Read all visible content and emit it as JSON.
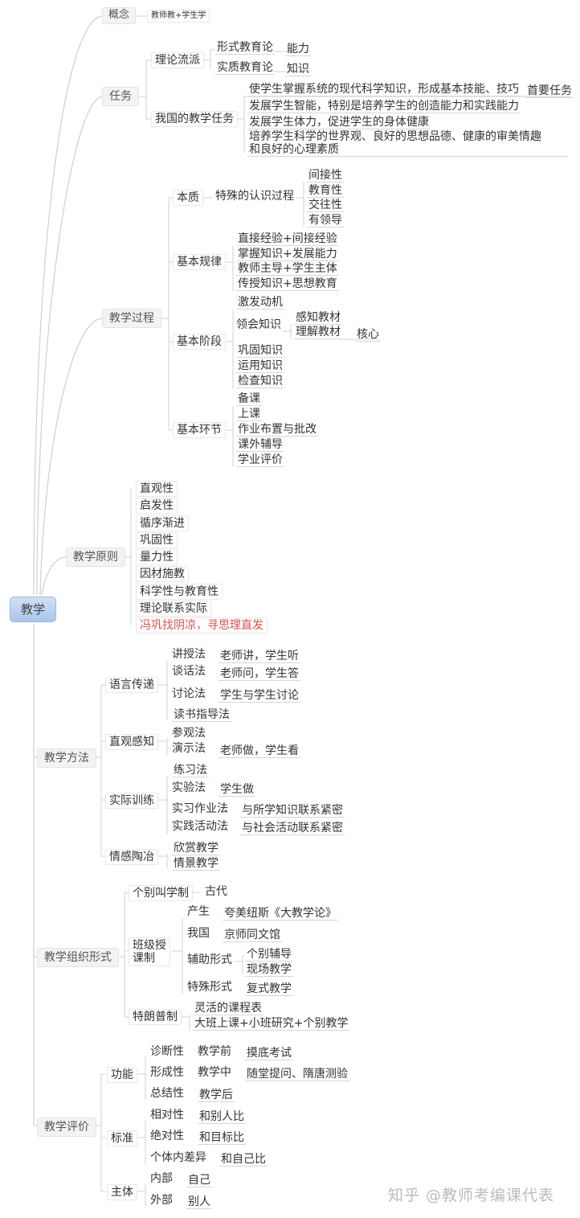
{
  "root": {
    "label": "教学"
  },
  "concept": {
    "label": "概念",
    "value": "教师教+学生学"
  },
  "task": {
    "label": "任务",
    "theory": {
      "label": "理论流派",
      "items": [
        {
          "label": "形式教育论",
          "value": "能力"
        },
        {
          "label": "实质教育论",
          "value": "知识"
        }
      ]
    },
    "china": {
      "label": "我国的教学任务",
      "items": [
        {
          "label": "使学生掌握系统的现代科学知识，形成基本技能、技巧",
          "note": "首要任务"
        },
        {
          "label": "发展学生智能，特别是培养学生的创造能力和实践能力"
        },
        {
          "label": "发展学生体力，促进学生的身体健康"
        },
        {
          "label": "培养学生科学的世界观、良好的思想品德、健康的审美情趣",
          "label2": "和良好的心理素质"
        }
      ]
    }
  },
  "process": {
    "label": "教学过程",
    "essence": {
      "label": "本质",
      "value": "特殊的认识过程",
      "traits": [
        "间接性",
        "教育性",
        "交往性",
        "有领导"
      ]
    },
    "laws": {
      "label": "基本规律",
      "items": [
        "直接经验+间接经验",
        "掌握知识+发展能力",
        "教师主导+学生主体",
        "传授知识+思想教育"
      ]
    },
    "stages": {
      "label": "基本阶段",
      "items": [
        "激发动机",
        "领会知识",
        "巩固知识",
        "运用知识",
        "检查知识"
      ],
      "comprehend": [
        "感知教材",
        "理解教材"
      ],
      "core": "核心"
    },
    "links": {
      "label": "基本环节",
      "items": [
        "备课",
        "上课",
        "作业布置与批改",
        "课外辅导",
        "学业评价"
      ]
    }
  },
  "principles": {
    "label": "教学原则",
    "items": [
      "直观性",
      "启发性",
      "循序渐进",
      "巩固性",
      "量力性",
      "因材施教",
      "科学性与教育性",
      "理论联系实际"
    ],
    "mnemonic": "冯巩找阴凉，寻思理直发",
    "mnemonic_color": "#d9534f"
  },
  "methods": {
    "label": "教学方法",
    "language": {
      "label": "语言传递",
      "items": [
        {
          "label": "讲授法",
          "value": "老师讲，学生听"
        },
        {
          "label": "谈话法",
          "value": "老师问，学生答"
        },
        {
          "label": "讨论法",
          "value": "学生与学生讨论"
        },
        {
          "label": "读书指导法"
        }
      ]
    },
    "visual": {
      "label": "直观感知",
      "items": [
        {
          "label": "参观法"
        },
        {
          "label": "演示法",
          "value": "老师做，学生看"
        }
      ]
    },
    "practice": {
      "label": "实际训练",
      "items": [
        {
          "label": "练习法"
        },
        {
          "label": "实验法",
          "value": "学生做"
        },
        {
          "label": "实习作业法",
          "value": "与所学知识联系紧密"
        },
        {
          "label": "实践活动法",
          "value": "与社会活动联系紧密"
        }
      ]
    },
    "emotion": {
      "label": "情感陶冶",
      "items": [
        "欣赏教学",
        "情景教学"
      ]
    }
  },
  "organization": {
    "label": "教学组织形式",
    "individual": {
      "label": "个别叫学制",
      "value": "古代"
    },
    "classroom": {
      "label1": "班级授",
      "label2": "课制",
      "origin": {
        "label": "产生",
        "value": "夸美纽斯《大教学论》"
      },
      "china": {
        "label": "我国",
        "value": "京师同文馆"
      },
      "aux": {
        "label": "辅助形式",
        "items": [
          "个别辅导",
          "现场教学"
        ]
      },
      "special": {
        "label": "特殊形式",
        "value": "复式教学"
      }
    },
    "trump": {
      "label": "特朗普制",
      "items": [
        "灵活的课程表",
        "大班上课+小班研究+个别教学"
      ]
    }
  },
  "evaluation": {
    "label": "教学评价",
    "function": {
      "label": "功能",
      "items": [
        {
          "label": "诊断性",
          "time": "教学前",
          "value": "摸底考试"
        },
        {
          "label": "形成性",
          "time": "教学中",
          "value": "随堂提问、隋唐测验"
        },
        {
          "label": "总结性",
          "time": "教学后"
        }
      ]
    },
    "standard": {
      "label": "标准",
      "items": [
        {
          "label": "相对性",
          "value": "和别人比"
        },
        {
          "label": "绝对性",
          "value": "和目标比"
        },
        {
          "label": "个体内差异",
          "value": "和自己比"
        }
      ]
    },
    "subject": {
      "label": "主体",
      "items": [
        {
          "label": "内部",
          "value": "自己"
        },
        {
          "label": "外部",
          "value": "别人"
        }
      ]
    }
  },
  "watermark": "知乎 @教师考编课代表"
}
